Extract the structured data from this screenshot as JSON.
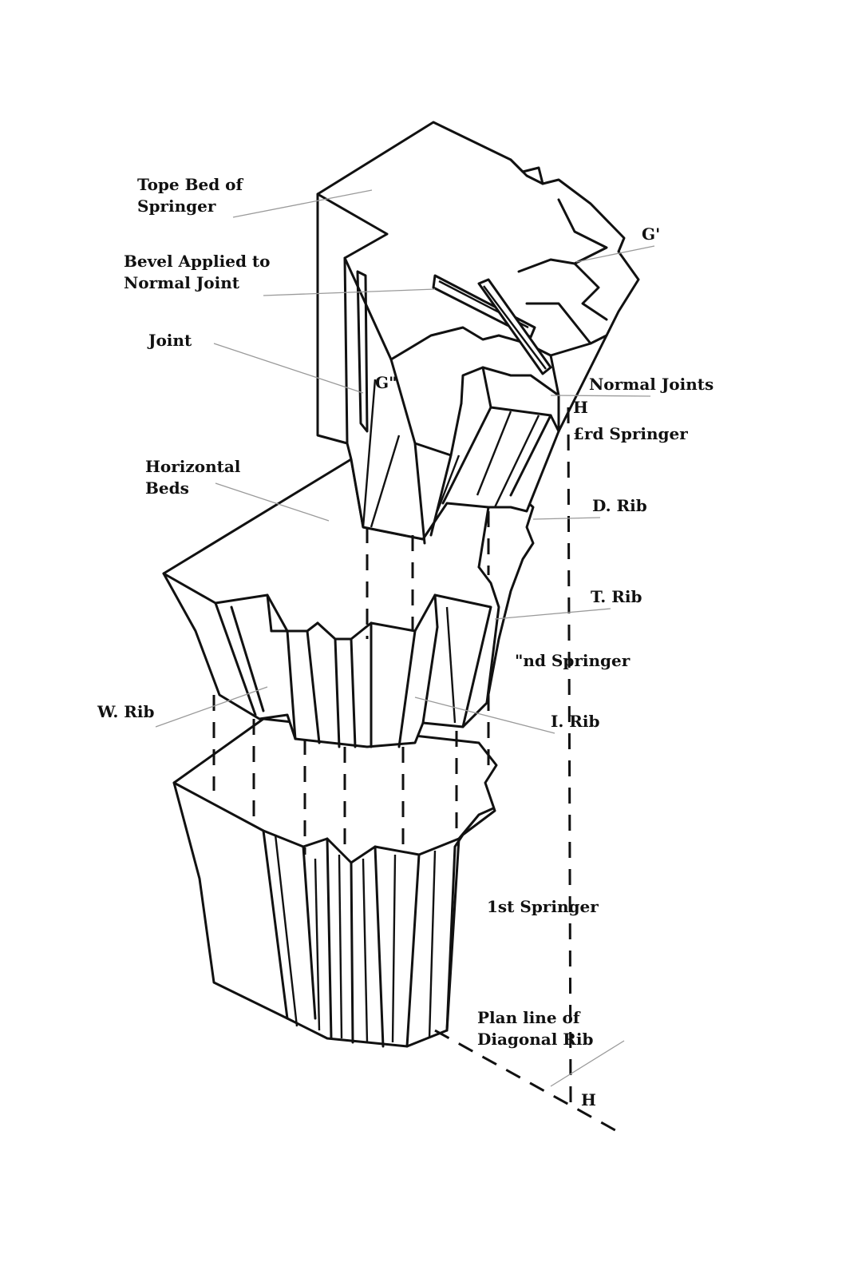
{
  "labels": {
    "top_bed_1": "Tope Bed of",
    "top_bed_2": "Springer",
    "bevel_1": "Bevel Applied to",
    "bevel_2": "Normal Joint",
    "joint": "Joint",
    "g_double_prime": "G\"",
    "g_prime": "G'",
    "normal_joints": "Normal Joints",
    "point_h_top": "H",
    "third_springer": "£rd Springer",
    "horizontal_1": "Horizontal",
    "horizontal_2": "Beds",
    "d_rib": "D. Rib",
    "t_rib": "T. Rib",
    "second_springer": "\"nd Springer",
    "w_rib": "W. Rib",
    "i_rib": "I. Rib",
    "first_springer": "1st Springer",
    "plan_line_1": "Plan line of",
    "plan_line_2": "Diagonal Rib",
    "point_h_bottom": "H"
  }
}
